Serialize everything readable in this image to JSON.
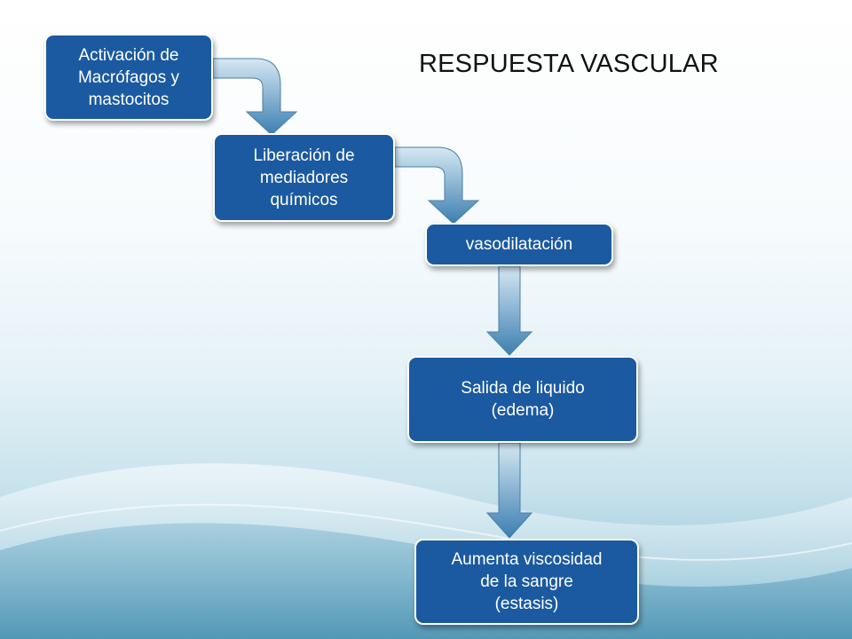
{
  "slide": {
    "title": "RESPUESTA VASCULAR"
  },
  "boxes": {
    "activacion": "Activación de\nMacrófagos y\nmastocitos",
    "liberacion": "Liberación de\nmediadores\nquímicos",
    "vasodilatacion": "vasodilatación",
    "salida": "Salida de liquido\n(edema)",
    "aumenta": "Aumenta viscosidad\nde la sangre\n(estasis)"
  },
  "colors": {
    "box_fill": "#1b5aa0",
    "box_border": "#ffffff",
    "arrow_fill_light": "#dcebf4",
    "arrow_fill_dark": "#3f84b6",
    "title_text": "#111111"
  }
}
